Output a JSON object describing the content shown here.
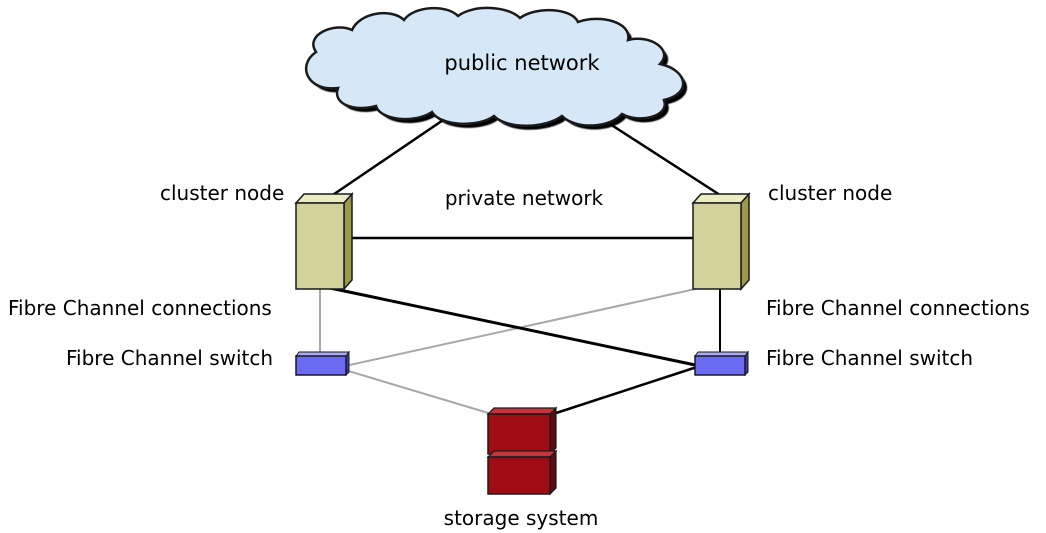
{
  "labels": {
    "public_network": "public network",
    "private_network": "private network",
    "cluster_node_left": "cluster node",
    "cluster_node_right": "cluster node",
    "fc_connections_left": "Fibre Channel connections",
    "fc_connections_right": "Fibre Channel connections",
    "fc_switch_left": "Fibre Channel switch",
    "fc_switch_right": "Fibre Channel switch",
    "storage_system": "storage system"
  },
  "colors": {
    "cloud_fill": "#d6e8f8",
    "node_front": "#d4d29c",
    "node_side": "#9c9a4a",
    "node_top": "#ececc4",
    "switch_fill": "#6b6bf2",
    "storage_fill": "#a00c14",
    "storage_dark": "#5e0a0e",
    "heavy_line": "#000000",
    "light_line": "#a8a8a8"
  }
}
